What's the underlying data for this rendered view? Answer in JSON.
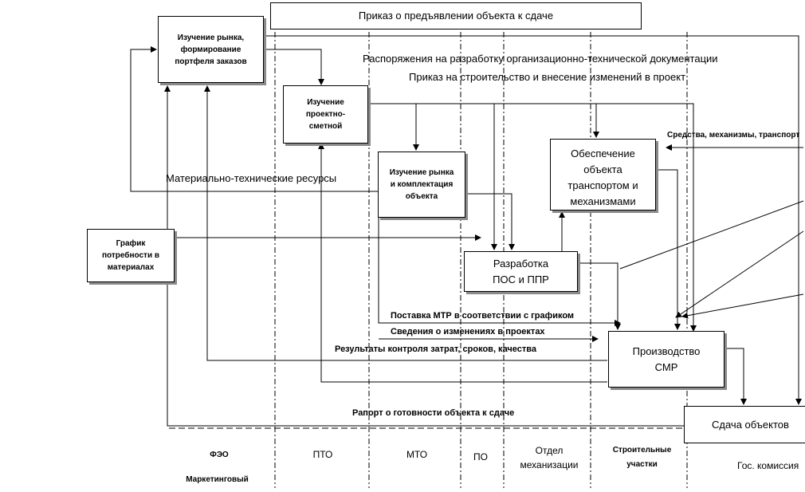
{
  "title_box": "Приказ о предъявлении объекта к сдаче",
  "boxes": {
    "market_study": "Изучение рынка, формирование портфеля заказов",
    "design_study": "Изучение проектно-сметной",
    "market_complect": "Изучение рынка и комплектация объекта",
    "transport": "Обеспечение объекта транспортом и механизмами",
    "materials_schedule": "График потребности в материалах",
    "pos_ppr": "Разработка ПОС и ППР",
    "production": "Производство СМР",
    "delivery": "Сдача объектов"
  },
  "labels": {
    "org_docs": "Распоряжения на разработку организационно-технической документации",
    "build_order": "Приказ на строительство и внесение изменений в проект",
    "resources": "Материально-технические ресурсы",
    "means": "Средства, механизмы, транспорт",
    "mtr_supply": "Поставка МТР в соответствии с графиком",
    "project_changes": "Сведения о изменениях в проектах",
    "control_results": "Результаты контроля затрат, сроков, качества",
    "readiness_report": "Рапорт о готовности объекта к сдаче"
  },
  "departments": {
    "fzo": "ФЭО",
    "marketing": "Маркетинговый",
    "pto": "ПТО",
    "mto": "МТО",
    "po": "ПО",
    "mech": "Отдел механизации",
    "sites": "Строительные участки",
    "commission": "Гос. комиссия"
  }
}
